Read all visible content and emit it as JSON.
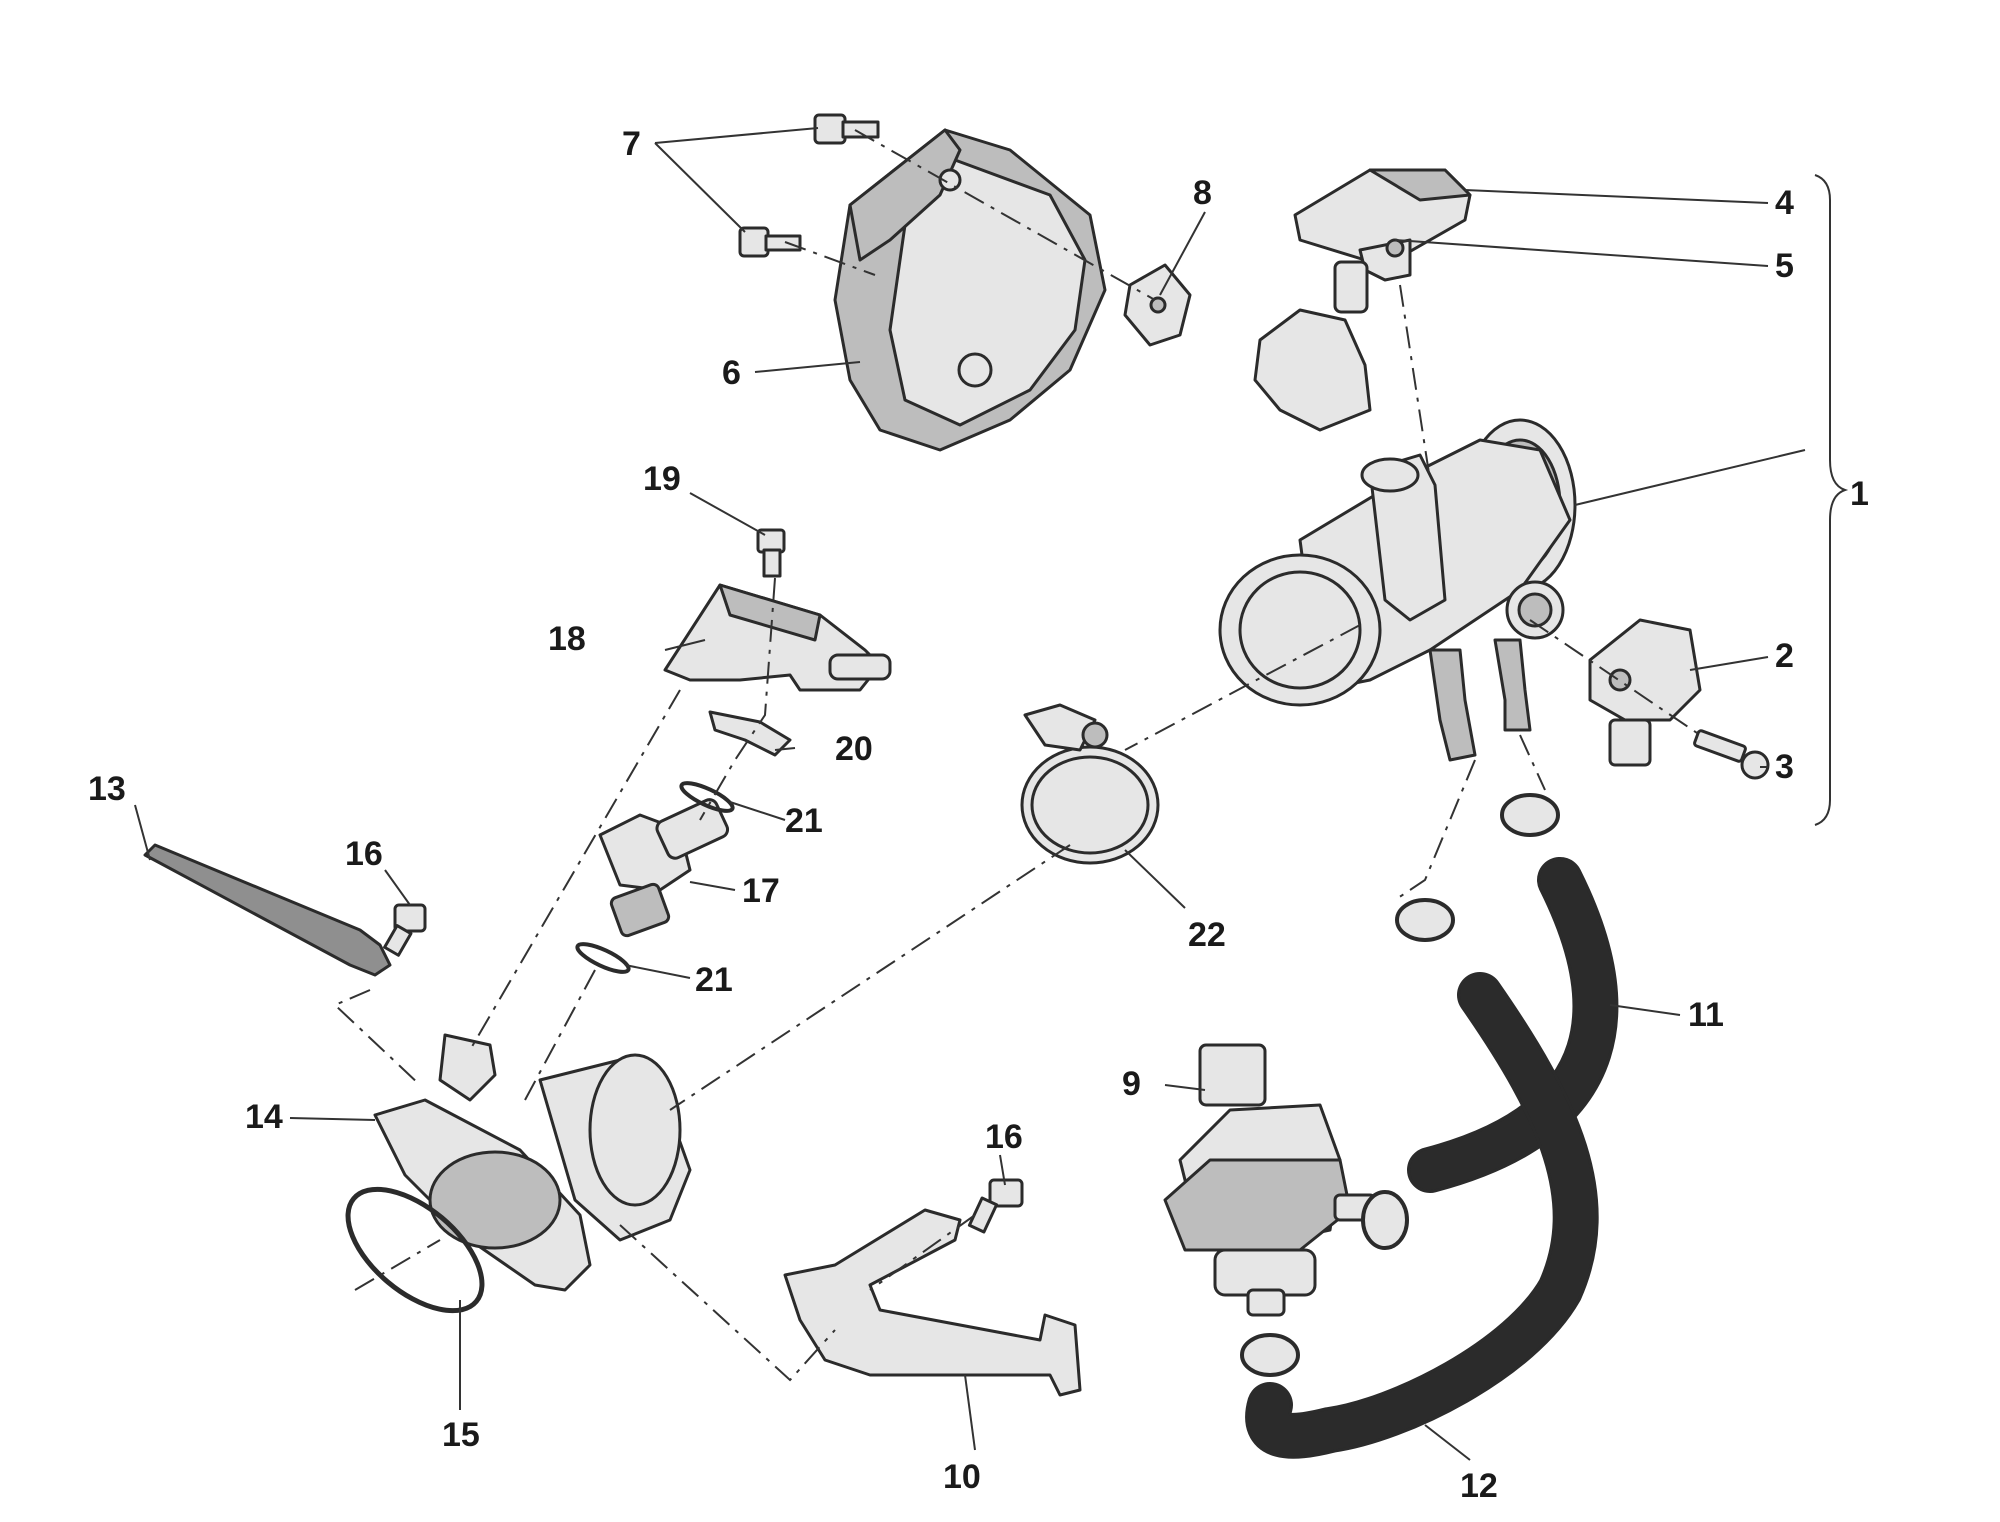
{
  "diagram": {
    "callouts": {
      "c1": "1",
      "c2": "2",
      "c3": "3",
      "c4": "4",
      "c5": "5",
      "c6": "6",
      "c7": "7",
      "c8": "8",
      "c9": "9",
      "c10": "10",
      "c11": "11",
      "c12": "12",
      "c13": "13",
      "c14": "14",
      "c15": "15",
      "c16a": "16",
      "c16b": "16",
      "c17": "17",
      "c18": "18",
      "c19": "19",
      "c20": "20",
      "c21a": "21",
      "c21b": "21",
      "c22": "22"
    },
    "colors": {
      "line": "#2b2b2b",
      "light_fill": "#e6e6e6",
      "mid_fill": "#bdbdbd",
      "hose_fill": "#8f8f8f"
    }
  }
}
